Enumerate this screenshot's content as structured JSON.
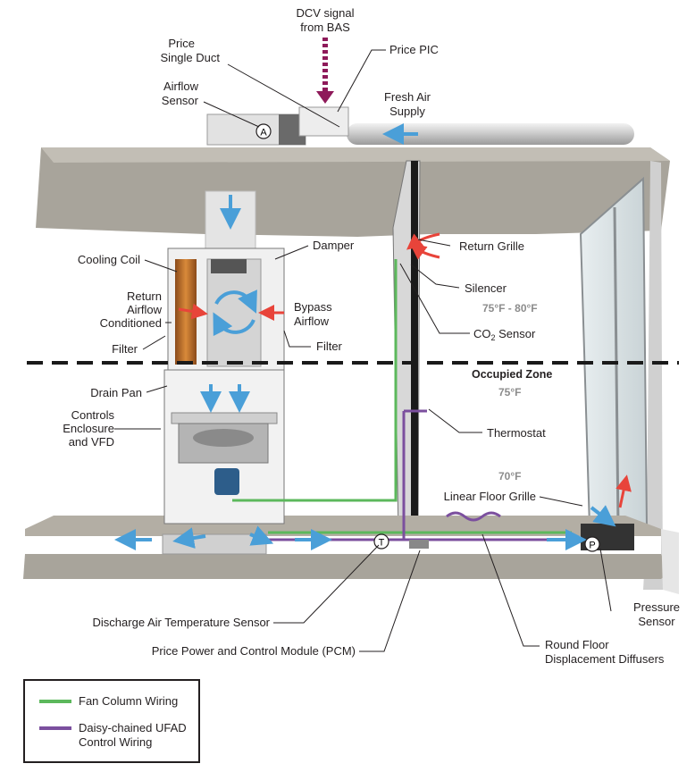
{
  "labels": {
    "dcv_signal_l1": "DCV signal",
    "dcv_signal_l2": "from BAS",
    "price_single_duct_l1": "Price",
    "price_single_duct_l2": "Single Duct",
    "price_pic": "Price PIC",
    "airflow_sensor_l1": "Airflow",
    "airflow_sensor_l2": "Sensor",
    "fresh_air_l1": "Fresh Air",
    "fresh_air_l2": "Supply",
    "cooling_coil": "Cooling Coil",
    "damper": "Damper",
    "return_grille": "Return Grille",
    "return_airflow_l1": "Return",
    "return_airflow_l2": "Airflow",
    "return_airflow_l3": "Conditioned",
    "bypass_airflow_l1": "Bypass",
    "bypass_airflow_l2": "Airflow",
    "silencer": "Silencer",
    "filter_left": "Filter",
    "filter_right": "Filter",
    "co2_prefix": "CO",
    "co2_sub": "2",
    "co2_suffix": " Sensor",
    "drain_pan": "Drain Pan",
    "controls_l1": "Controls",
    "controls_l2": "Enclosure",
    "controls_l3": "and VFD",
    "occupied_zone": "Occupied Zone",
    "thermostat": "Thermostat",
    "linear_floor_grille": "Linear Floor Grille",
    "discharge_sensor": "Discharge Air Temperature Sensor",
    "pcm": "Price Power and Control Module (PCM)",
    "round_diffusers_l1": "Round Floor",
    "round_diffusers_l2": "Displacement Diffusers",
    "pressure_sensor_l1": "Pressure",
    "pressure_sensor_l2": "Sensor",
    "marker_a": "A",
    "marker_t": "T",
    "marker_p": "P"
  },
  "temperatures": {
    "upper": "75°F - 80°F",
    "occupied": "75°F",
    "floor": "70°F"
  },
  "legend": {
    "items": [
      {
        "label_l1": "Fan Column Wiring",
        "label_l2": "",
        "color": "#5cb85c"
      },
      {
        "label_l1": "Daisy-chained UFAD",
        "label_l2": "Control Wiring",
        "color": "#7b4f9e"
      }
    ]
  },
  "colors": {
    "fan_column_wiring": "#5cb85c",
    "ufad_control_wiring": "#7b4f9e",
    "dcv_arrow": "#8e1a5a",
    "supply_air_arrow": "#4a9fd8",
    "return_air_arrow": "#e8443a",
    "concrete": "#a8a49b"
  }
}
